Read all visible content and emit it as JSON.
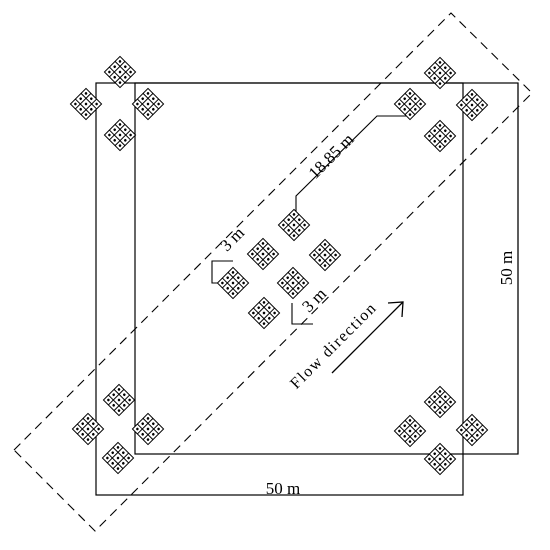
{
  "labels": {
    "dim_top": "18.85 m",
    "dim_3m_a": "3 m",
    "dim_3m_b": "3 m",
    "side_right": "50 m",
    "side_bottom": "50 m",
    "flow": "Flow direction"
  },
  "colors": {
    "line": "#000000",
    "background": "#ffffff"
  },
  "icons": {
    "turbine_cluster": "turbine-cluster-icon",
    "arrow": "flow-arrow-icon"
  }
}
